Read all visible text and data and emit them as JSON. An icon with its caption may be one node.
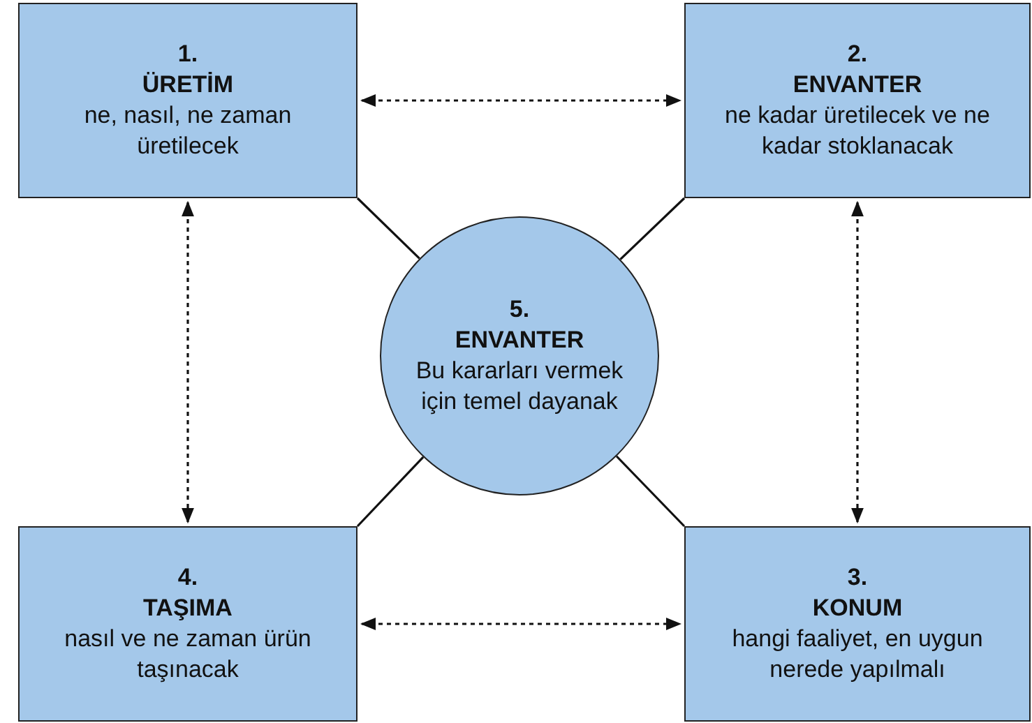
{
  "diagram": {
    "nodes": [
      {
        "text": [
          "1.",
          "ÜRETİM",
          "ne, nasıl, ne zaman üretilecek"
        ]
      },
      {
        "text": [
          "2.",
          "ENVANTER",
          "ne kadar üretilecek ve ne kadar stoklanacak"
        ]
      },
      {
        "text": [
          "5.",
          "ENVANTER",
          "Bu kararları vermek için temel dayanak"
        ]
      },
      {
        "text": [
          "4.",
          "TAŞIMA",
          "nasıl ve ne zaman ürün taşınacak"
        ]
      },
      {
        "text": [
          "3.",
          "KONUM",
          "hangi faaliyet, en uygun nerede yapılmalı"
        ]
      }
    ],
    "edges": [
      {
        "from": 0,
        "to": 1,
        "arrow": "both",
        "style": "dashed"
      },
      {
        "from": 0,
        "to": 3,
        "arrow": "both",
        "style": "dashed"
      },
      {
        "from": 1,
        "to": 4,
        "arrow": "both",
        "style": "dashed"
      },
      {
        "from": 3,
        "to": 4,
        "arrow": "both",
        "style": "dashed"
      },
      {
        "from": 2,
        "to": 0,
        "arrow": "none"
      },
      {
        "from": 2,
        "to": 1,
        "arrow": "none"
      },
      {
        "from": 2,
        "to": 3,
        "arrow": "none"
      },
      {
        "from": 2,
        "to": 4,
        "arrow": "none"
      }
    ]
  }
}
